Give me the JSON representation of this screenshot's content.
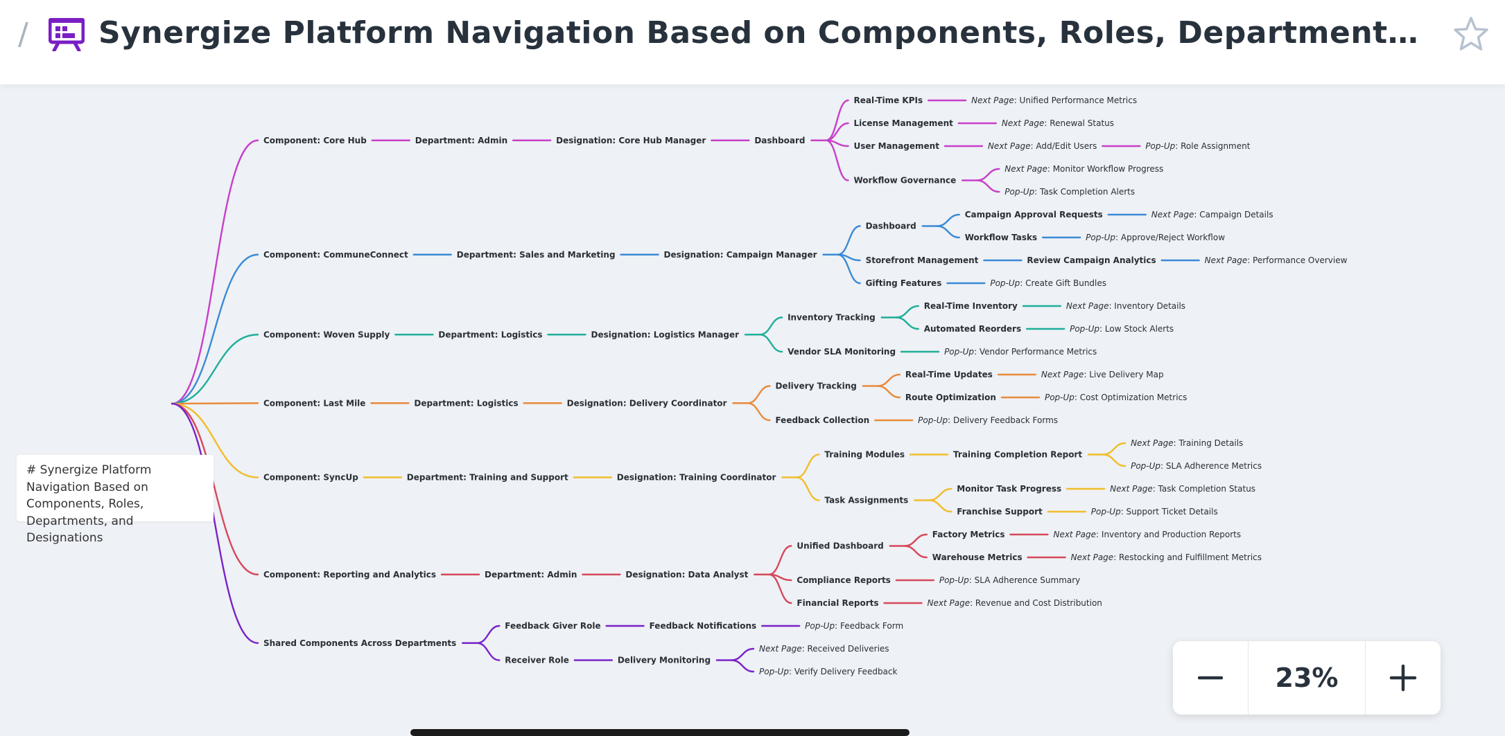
{
  "header": {
    "separator": "/",
    "title": "Synergize Platform Navigation Based on Components, Roles, Departments, and Designatio…",
    "app_icon": "presentation-board-icon",
    "star_icon": "star-outline-icon"
  },
  "root": {
    "label": "# Synergize Platform Navigation Based on Components, Roles, Departments, and Designations"
  },
  "zoom": {
    "level": "23%",
    "minus_icon": "minus-icon",
    "plus_icon": "plus-icon"
  },
  "branches": [
    {
      "label": "Component: Core Hub",
      "color": "#c73fc9",
      "children": [
        {
          "label": "Department: Admin",
          "children": [
            {
              "label": "Designation: Core Hub Manager",
              "children": [
                {
                  "label": "Dashboard",
                  "children": [
                    {
                      "label": "Real-Time KPIs",
                      "children": [
                        {
                          "prefix": "Next Page",
                          "text": ": Unified Performance Metrics"
                        }
                      ]
                    },
                    {
                      "label": "License Management",
                      "children": [
                        {
                          "prefix": "Next Page",
                          "text": ": Renewal Status"
                        }
                      ]
                    },
                    {
                      "label": "User Management",
                      "children": [
                        {
                          "prefix": "Next Page",
                          "text": ": Add/Edit Users",
                          "children": [
                            {
                              "prefix": "Pop-Up",
                              "text": ": Role Assignment"
                            }
                          ]
                        }
                      ]
                    },
                    {
                      "label": "Workflow Governance",
                      "children": [
                        {
                          "prefix": "Next Page",
                          "text": ": Monitor Workflow Progress"
                        },
                        {
                          "prefix": "Pop-Up",
                          "text": ": Task Completion Alerts"
                        }
                      ]
                    }
                  ]
                }
              ]
            }
          ]
        }
      ]
    },
    {
      "label": "Component: CommuneConnect",
      "color": "#3a8ad6",
      "children": [
        {
          "label": "Department: Sales and Marketing",
          "children": [
            {
              "label": "Designation: Campaign Manager",
              "children": [
                {
                  "label": "Dashboard",
                  "children": [
                    {
                      "label": "Campaign Approval Requests",
                      "children": [
                        {
                          "prefix": "Next Page",
                          "text": ": Campaign Details"
                        }
                      ]
                    },
                    {
                      "label": "Workflow Tasks",
                      "children": [
                        {
                          "prefix": "Pop-Up",
                          "text": ": Approve/Reject Workflow"
                        }
                      ]
                    }
                  ]
                },
                {
                  "label": "Storefront Management",
                  "children": [
                    {
                      "label": "Review Campaign Analytics",
                      "children": [
                        {
                          "prefix": "Next Page",
                          "text": ": Performance Overview"
                        }
                      ]
                    }
                  ]
                },
                {
                  "label": "Gifting Features",
                  "children": [
                    {
                      "prefix": "Pop-Up",
                      "text": ": Create Gift Bundles"
                    }
                  ]
                }
              ]
            }
          ]
        }
      ]
    },
    {
      "label": "Component: Woven Supply",
      "color": "#1fae9a",
      "children": [
        {
          "label": "Department: Logistics",
          "children": [
            {
              "label": "Designation: Logistics Manager",
              "children": [
                {
                  "label": "Inventory Tracking",
                  "children": [
                    {
                      "label": "Real-Time Inventory",
                      "children": [
                        {
                          "prefix": "Next Page",
                          "text": ": Inventory Details"
                        }
                      ]
                    },
                    {
                      "label": "Automated Reorders",
                      "children": [
                        {
                          "prefix": "Pop-Up",
                          "text": ": Low Stock Alerts"
                        }
                      ]
                    }
                  ]
                },
                {
                  "label": "Vendor SLA Monitoring",
                  "children": [
                    {
                      "prefix": "Pop-Up",
                      "text": ": Vendor Performance Metrics"
                    }
                  ]
                }
              ]
            }
          ]
        }
      ]
    },
    {
      "label": "Component: Last Mile",
      "color": "#e88a3a",
      "children": [
        {
          "label": "Department: Logistics",
          "children": [
            {
              "label": "Designation: Delivery Coordinator",
              "children": [
                {
                  "label": "Delivery Tracking",
                  "children": [
                    {
                      "label": "Real-Time Updates",
                      "children": [
                        {
                          "prefix": "Next Page",
                          "text": ": Live Delivery Map"
                        }
                      ]
                    },
                    {
                      "label": "Route Optimization",
                      "children": [
                        {
                          "prefix": "Pop-Up",
                          "text": ": Cost Optimization Metrics"
                        }
                      ]
                    }
                  ]
                },
                {
                  "label": "Feedback Collection",
                  "children": [
                    {
                      "prefix": "Pop-Up",
                      "text": ": Delivery Feedback Forms"
                    }
                  ]
                }
              ]
            }
          ]
        }
      ]
    },
    {
      "label": "Component: SyncUp",
      "color": "#f2bd2c",
      "children": [
        {
          "label": "Department: Training and Support",
          "children": [
            {
              "label": "Designation: Training Coordinator",
              "children": [
                {
                  "label": "Training Modules",
                  "children": [
                    {
                      "label": "Training Completion Report",
                      "children": [
                        {
                          "prefix": "Next Page",
                          "text": ": Training Details"
                        },
                        {
                          "prefix": "Pop-Up",
                          "text": ": SLA Adherence Metrics"
                        }
                      ]
                    }
                  ]
                },
                {
                  "label": "Task Assignments",
                  "children": [
                    {
                      "label": "Monitor Task Progress",
                      "children": [
                        {
                          "prefix": "Next Page",
                          "text": ": Task Completion Status"
                        }
                      ]
                    },
                    {
                      "label": "Franchise Support",
                      "children": [
                        {
                          "prefix": "Pop-Up",
                          "text": ": Support Ticket Details"
                        }
                      ]
                    }
                  ]
                }
              ]
            }
          ]
        }
      ]
    },
    {
      "label": "Component: Reporting and Analytics",
      "color": "#d6485a",
      "children": [
        {
          "label": "Department: Admin",
          "children": [
            {
              "label": "Designation: Data Analyst",
              "children": [
                {
                  "label": "Unified Dashboard",
                  "children": [
                    {
                      "label": "Factory Metrics",
                      "children": [
                        {
                          "prefix": "Next Page",
                          "text": ": Inventory and Production Reports"
                        }
                      ]
                    },
                    {
                      "label": "Warehouse Metrics",
                      "children": [
                        {
                          "prefix": "Next Page",
                          "text": ": Restocking and Fulfillment Metrics"
                        }
                      ]
                    }
                  ]
                },
                {
                  "label": "Compliance Reports",
                  "children": [
                    {
                      "prefix": "Pop-Up",
                      "text": ": SLA Adherence Summary"
                    }
                  ]
                },
                {
                  "label": "Financial Reports",
                  "children": [
                    {
                      "prefix": "Next Page",
                      "text": ": Revenue and Cost Distribution"
                    }
                  ]
                }
              ]
            }
          ]
        }
      ]
    },
    {
      "label": "Shared Components Across Departments",
      "color": "#7a22c9",
      "children": [
        {
          "label": "Feedback Giver Role",
          "children": [
            {
              "label": "Feedback Notifications",
              "children": [
                {
                  "prefix": "Pop-Up",
                  "text": ": Feedback Form"
                }
              ]
            }
          ]
        },
        {
          "label": "Receiver Role",
          "children": [
            {
              "label": "Delivery Monitoring",
              "children": [
                {
                  "prefix": "Next Page",
                  "text": ": Received Deliveries"
                },
                {
                  "prefix": "Pop-Up",
                  "text": ": Verify Delivery Feedback"
                }
              ]
            }
          ]
        }
      ]
    }
  ]
}
